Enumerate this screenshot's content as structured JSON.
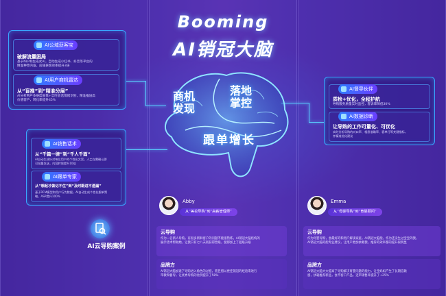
{
  "title": {
    "line1": "Booming",
    "line2": "AI销冠大脑"
  },
  "brain": {
    "left_top": [
      "商机",
      "发现"
    ],
    "right_top": [
      "落地",
      "掌控"
    ],
    "bottom": "跟单增长"
  },
  "left_boxes": [
    {
      "items": [
        {
          "tag": "AI公域获客宝",
          "heading": "破解流量困局",
          "lines": [
            "基于NLP和生成式AI，自动生成小红书、抖音等平台的",
            "精准种草内容，店铺获客效率提升3倍"
          ]
        },
        {
          "tag": "AI用户商机雷达",
          "heading": "从“盲推”到“精准分层”",
          "lines": [
            "AI分析用户多维度画像+实时会话情绪识别，精准推送高",
            "价值客户，转化率提升45%"
          ]
        }
      ]
    },
    {
      "items": [
        {
          "tag": "AI销售话术",
          "heading": "从“千篇一律”到“千人千面”",
          "lines": [
            "AI自动生成针对每位用户的个性化文案，人工在需确认即",
            "可批量发送，内容转效提升10倍"
          ]
        },
        {
          "tag": "AI跟单专家",
          "heading": "从“想起才做记不住”到“及时跟进不遗漏”",
          "lines": [
            "基于RFM模型和用户行为数据，AI自动生成个性化跟单策",
            "略，ASP提升100%"
          ]
        }
      ]
    }
  ],
  "right_box": {
    "items": [
      {
        "tag": "AI督导伙伴",
        "heading": "质检+优化，全程护航",
        "lines": [
          "导购服务质量实时监控，客诉率降低30%"
        ]
      },
      {
        "tag": "AI数据诊断",
        "heading": "让导购的工作可量化、可优化",
        "lines": [
          "实时分析导购的对口率、相思准确率、客单打等关键指标，",
          "并精准优化建议"
        ]
      }
    ]
  },
  "case_label": "AI云导购案例",
  "personas": [
    {
      "name": "Abby",
      "quote": "从“美妆导购”到“高薪管理师”",
      "yun": {
        "title": "云导购",
        "lines": [
          "作为一名新人导购，有很多新鲜客户的问题不能很熟练，AI销冠大脑结构的",
          "展示话术帮助她，让我只有七八天就获得晋级，使那加上了超级升级"
        ]
      },
      "brand": {
        "title": "品牌方",
        "lines": [
          "AI销冠大脑加速了导购进入角色的过程，而且借以更佳销冠的经验来进行",
          "带教和督导，让优秀导购的比例提升了58%"
        ]
      }
    },
    {
      "name": "Emma",
      "quote": "从“母婴导购”到“育婴顾问”",
      "yun": {
        "title": "云导购",
        "lines": [
          "作为母婴导购，会最好的和用户解读家庭，AI销冠大脑能，作为还没生过宝宝的我，",
          "AI销冠大脑的能专业建议，让用户更加依赖我，推荐的效率都的提升很明显"
        ]
      },
      "brand": {
        "title": "品牌方",
        "lines": [
          "AI销冠大脑大大提高了导购解决育婴问题的能力，让宝妈妈产生了长期信赖",
          "感，拼箱推荐新品，会不客户产品，连带销售率提升了+25%"
        ]
      }
    }
  ]
}
